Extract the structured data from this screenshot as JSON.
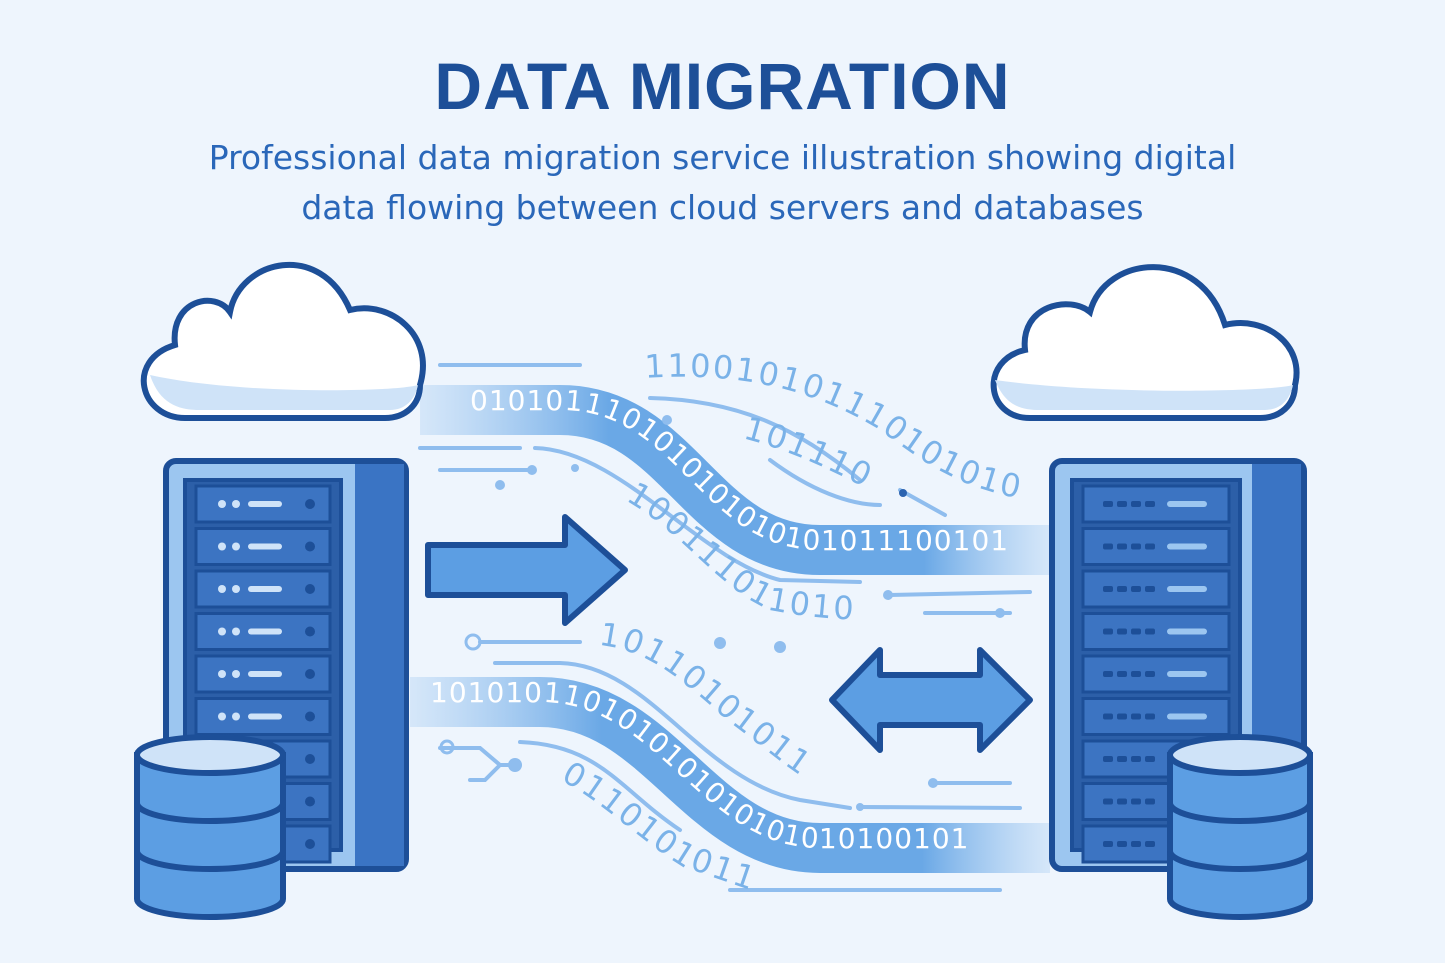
{
  "header": {
    "title": "DATA MIGRATION",
    "subtitle_line1": "Professional data migration service illustration showing digital",
    "subtitle_line2": "data flowing between cloud servers and databases"
  },
  "streams": {
    "top_band": "0101011101010101010101011100101",
    "top_arc": "1100101011101010100",
    "top_middle": "101110",
    "upper_lower": "100111011010",
    "bottom_upper": "10110101011",
    "bottom_band": "1010101101010101010101010100101",
    "bottom_lower": "0110101011"
  },
  "colors": {
    "title": "#1d4f98",
    "subtitle": "#2a67b9",
    "outline": "#1d4f98",
    "fill": "#5c9ee3",
    "background": "#eef5fd"
  }
}
